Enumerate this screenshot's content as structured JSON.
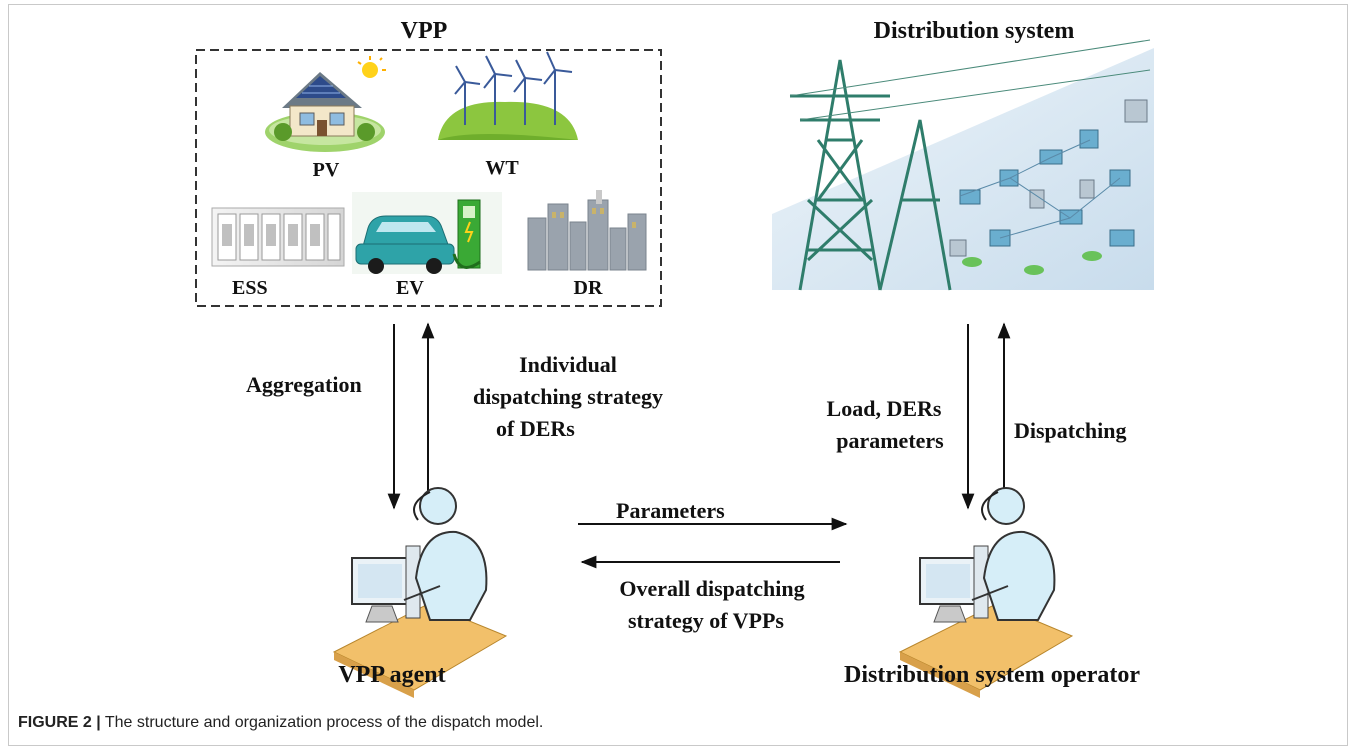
{
  "labels": {
    "vpp": "VPP",
    "distribution_system": "Distribution system",
    "pv": "PV",
    "wt": "WT",
    "ess": "ESS",
    "ev": "EV",
    "dr": "DR",
    "aggregation": "Aggregation",
    "individual_strategy_line1": "Individual",
    "individual_strategy_line2": "dispatching strategy",
    "individual_strategy_line3": "of DERs",
    "load_ders_line1": "Load, DERs",
    "load_ders_line2": "parameters",
    "dispatching": "Dispatching",
    "parameters": "Parameters",
    "overall_strategy_line1": "Overall dispatching",
    "overall_strategy_line2": "strategy of VPPs",
    "vpp_agent": "VPP agent",
    "dso": "Distribution system operator"
  },
  "caption": {
    "label": "FIGURE 2 |",
    "text": " The structure and organization process of the dispatch model."
  },
  "colors": {
    "border": "#c9c9c9",
    "arrow": "#111111",
    "tower": "#2f7d6b",
    "grass": "#8cc63f",
    "car": "#2ea3a8",
    "person": "#cfe7f2"
  }
}
